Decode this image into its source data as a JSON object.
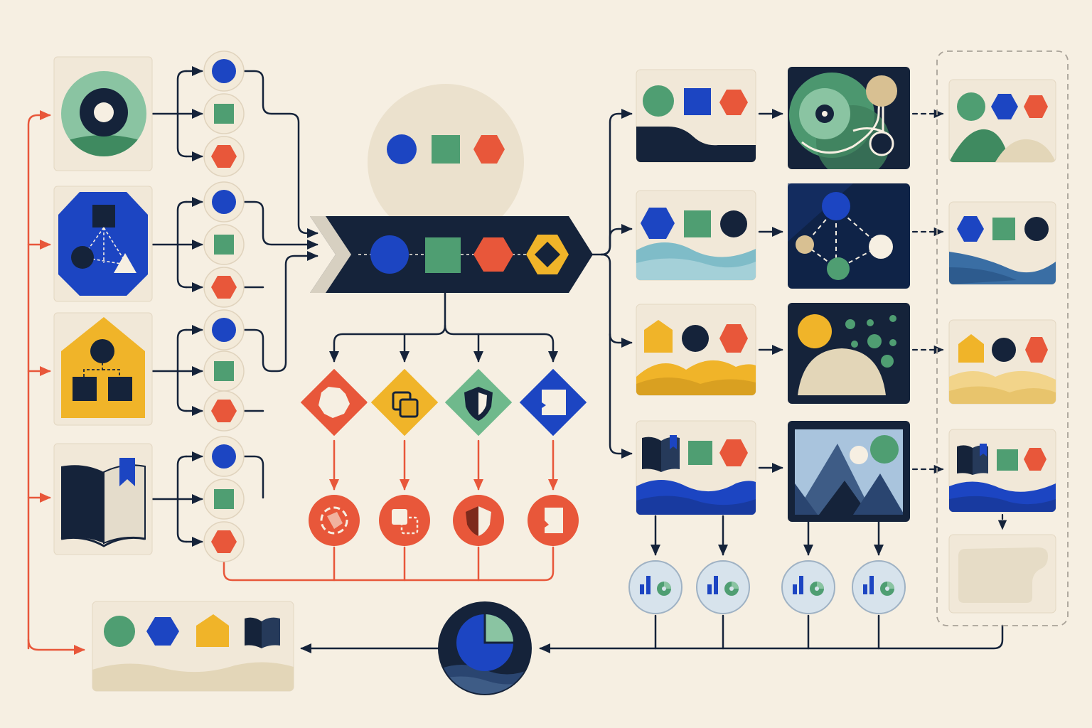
{
  "palette": {
    "background": "#f6efe2",
    "card": "#f1e8d8",
    "card_border": "#e3d7c2",
    "navy": "#15233a",
    "deep_navy": "#0f2347",
    "blue": "#1c45c2",
    "green": "#4f9e72",
    "mint": "#8ac4a2",
    "orange": "#e8573a",
    "yellow": "#f0b429",
    "sand": "#e6dcc6",
    "sky": "#7fbcc8",
    "light_blue": "#d7e3ec"
  },
  "nodes": {
    "sources": [
      {
        "name": "source-target-card",
        "icon": "target-icon"
      },
      {
        "name": "source-octagon-card",
        "icon": "octagon-graph-icon"
      },
      {
        "name": "source-house-card",
        "icon": "house-hierarchy-icon"
      },
      {
        "name": "source-book-card",
        "icon": "open-book-icon"
      }
    ],
    "primitives": [
      "blue-circle-icon",
      "green-square-icon",
      "orange-hexagon-icon"
    ],
    "pipeline": {
      "name": "central-pipeline-banner",
      "icons": [
        "blue-circle-icon",
        "green-square-icon",
        "orange-hexagon-icon",
        "yellow-diamond-hexagon-icon"
      ]
    },
    "transforms": [
      "frame-puzzle-icon",
      "overlap-squares-icon",
      "shield-icon",
      "square-notch-icon"
    ],
    "transform_results": [
      "broken-circle-icon",
      "dashed-square-icon",
      "shield-shadow-icon",
      "notched-square-icon"
    ],
    "scenes": [
      "scene-green-hills-card",
      "scene-blue-waves-card",
      "scene-yellow-dunes-card",
      "scene-book-waves-card"
    ],
    "renders": [
      "vinyl-network-render",
      "diamond-graph-render",
      "moon-dots-render",
      "mountain-render"
    ],
    "outputs": [
      "output-green-card",
      "output-blue-card",
      "output-yellow-card",
      "output-book-card",
      "output-blank-card"
    ],
    "metrics": [
      "bar-chart-icon",
      "bar-chart-icon",
      "bar-chart-icon",
      "bar-chart-icon"
    ],
    "aggregator": "pie-chart-icon",
    "final": {
      "name": "final-summary-card",
      "icons": [
        "green-circle-icon",
        "blue-hexagon-icon",
        "yellow-house-icon",
        "book-icon"
      ]
    }
  }
}
